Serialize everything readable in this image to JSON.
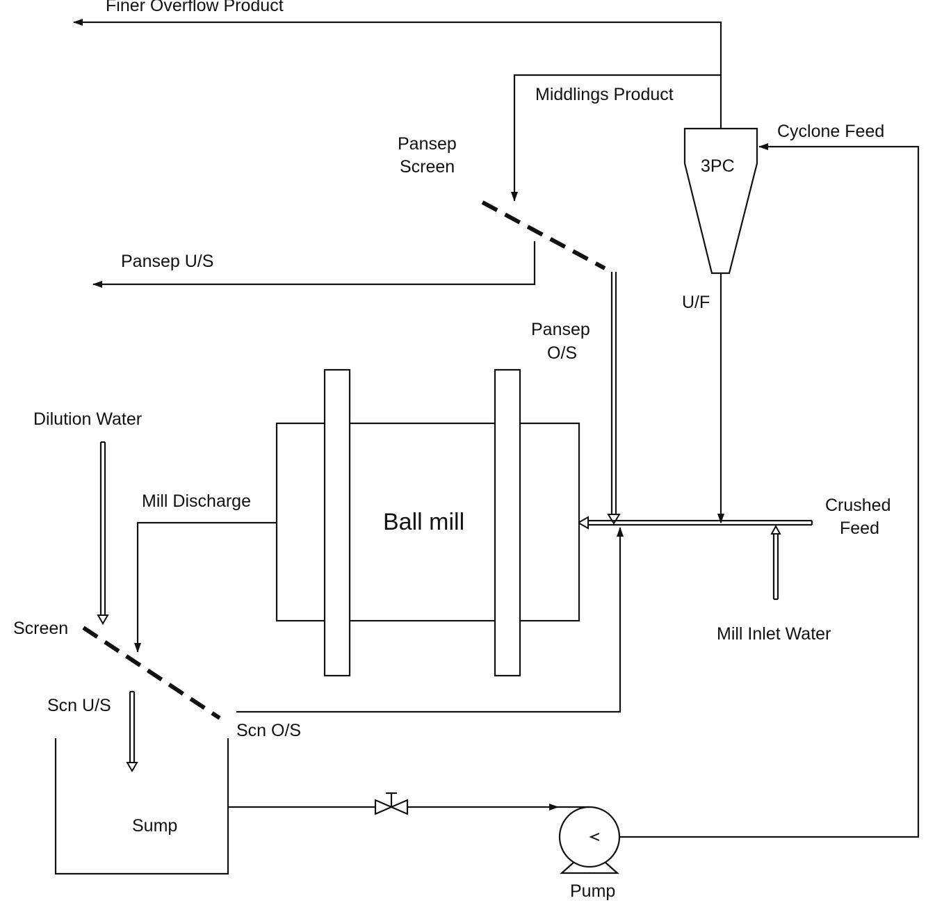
{
  "labels": {
    "finer_overflow_product": "Finer Overflow Product",
    "middlings_product": "Middlings Product",
    "cyclone_feed": "Cyclone Feed",
    "cyclone": "3PC",
    "pansep_screen_line1": "Pansep",
    "pansep_screen_line2": "Screen",
    "pansep_us": "Pansep U/S",
    "uf": "U/F",
    "pansep_os_line1": "Pansep",
    "pansep_os_line2": "O/S",
    "dilution_water": "Dilution Water",
    "mill_discharge": "Mill Discharge",
    "ball_mill": "Ball mill",
    "crushed_feed_line1": "Crushed",
    "crushed_feed_line2": "Feed",
    "mill_inlet_water": "Mill Inlet Water",
    "screen": "Screen",
    "scn_us": "Scn U/S",
    "scn_os": "Scn O/S",
    "sump": "Sump",
    "pump": "Pump"
  }
}
